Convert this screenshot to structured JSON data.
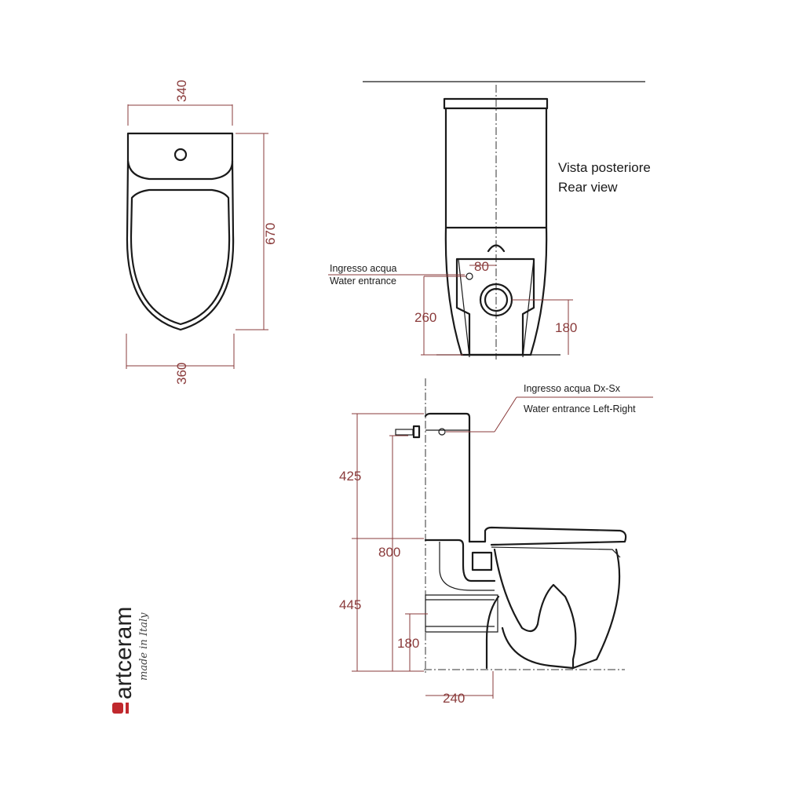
{
  "brand": {
    "name": "artceram",
    "tagline": "made in Italy",
    "logo_color": "#c0282d"
  },
  "top_view": {
    "width_top": "340",
    "width_bottom": "360",
    "depth": "670"
  },
  "rear_view": {
    "title_it": "Vista posteriore",
    "title_en": "Rear  view",
    "water_entrance_it": "Ingresso acqua",
    "water_entrance_en": "Water entrance",
    "dim_80": "80",
    "dim_260": "260",
    "dim_180": "180"
  },
  "side_view": {
    "water_entrance_it": "Ingresso acqua  Dx-Sx",
    "water_entrance_en": "Water entrance  Left-Right",
    "dim_425": "425",
    "dim_800": "800",
    "dim_445": "445",
    "dim_180": "180",
    "dim_240": "240"
  },
  "colors": {
    "dimension": "#8a3b3b",
    "ink": "#1a1a1a"
  }
}
